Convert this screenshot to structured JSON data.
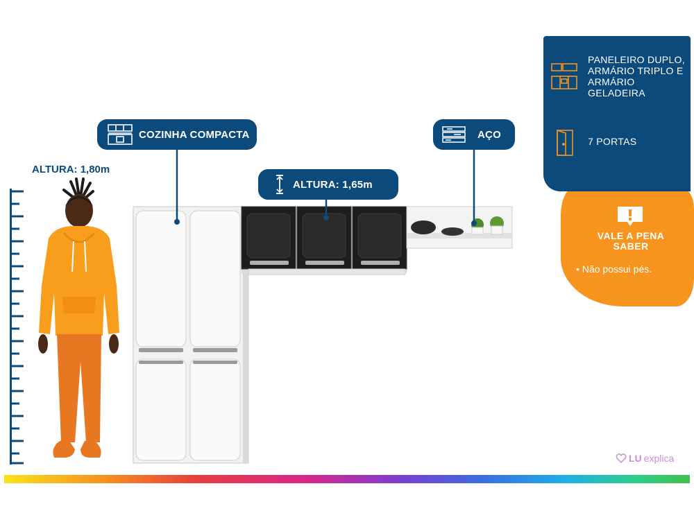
{
  "human": {
    "height_label": "ALTURA: 1,80m"
  },
  "callouts": {
    "kitchen": {
      "label": "COZINHA COMPACTA",
      "icon": "kitchen-icon"
    },
    "height": {
      "label": "ALTURA: 1,65m",
      "icon": "height-arrow-icon"
    },
    "material": {
      "label": "AÇO",
      "icon": "steel-icon"
    }
  },
  "info_panel": {
    "modules": "PANELEIRO DUPLO, ARMÁRIO TRIPLO E ARMÁRIO GELADEIRA",
    "doors": "7 PORTAS"
  },
  "tip": {
    "title": "VALE A PENA SABER",
    "item": "• Não possui pés."
  },
  "watermark": {
    "brand": "LU",
    "suffix": "explica"
  },
  "colors": {
    "navy": "#0c4a7b",
    "orange": "#f7941d",
    "shirt": "#f99d1c",
    "pants": "#e87722"
  }
}
